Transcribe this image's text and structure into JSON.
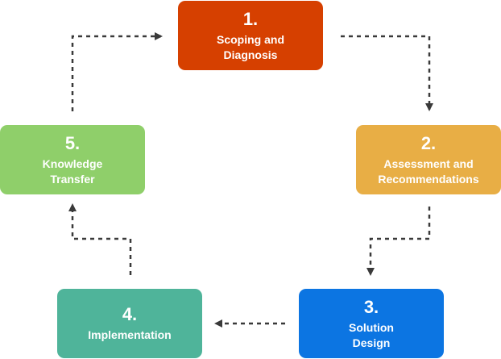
{
  "steps": [
    {
      "number": "1.",
      "line1": "Scoping and",
      "line2": "Diagnosis",
      "color": "#d64000"
    },
    {
      "number": "2.",
      "line1": "Assessment and",
      "line2": "Recommendations",
      "color": "#e8ae45"
    },
    {
      "number": "3.",
      "line1": "Solution",
      "line2": "Design",
      "color": "#0c75e2"
    },
    {
      "number": "4.",
      "line1": "Implementation",
      "line2": "",
      "color": "#4fb49a"
    },
    {
      "number": "5.",
      "line1": "Knowledge",
      "line2": "Transfer",
      "color": "#8fcf6a"
    }
  ],
  "arrow_color": "#3a3a3a",
  "flow": [
    "1 to 2",
    "2 to 3",
    "3 to 4",
    "4 to 5",
    "5 to 1"
  ]
}
